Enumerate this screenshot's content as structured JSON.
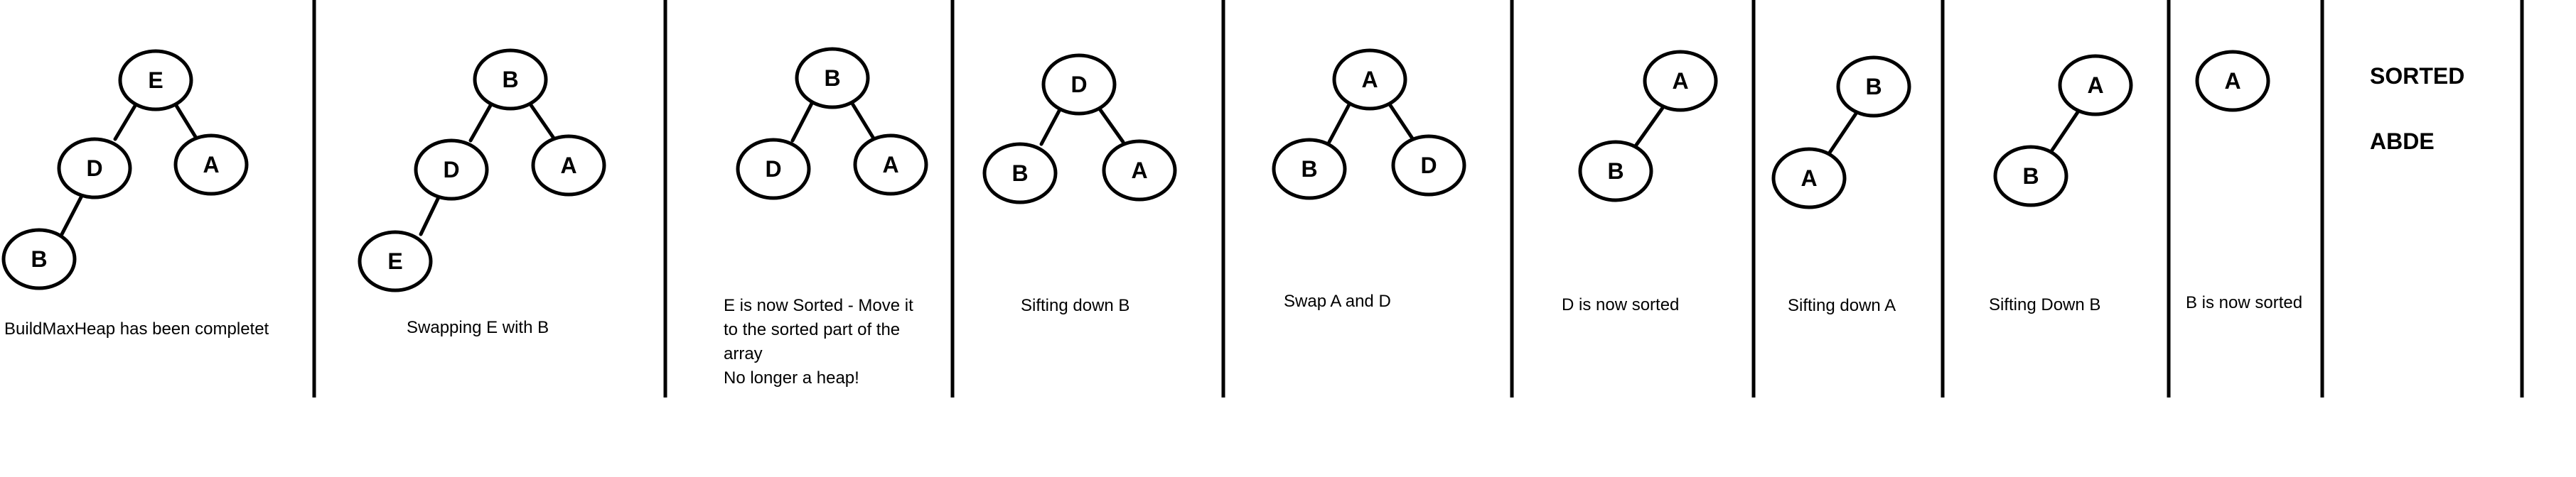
{
  "panels": [
    {
      "caption": "BuildMaxHeap has been completet",
      "nodes": [
        "E",
        "D",
        "A",
        "B"
      ]
    },
    {
      "caption": "Swapping E with B",
      "nodes": [
        "B",
        "D",
        "A",
        "E"
      ]
    },
    {
      "caption_lines": [
        "E is now Sorted - Move it",
        "to the sorted part of the",
        "array",
        "No longer a heap!"
      ],
      "nodes": [
        "B",
        "D",
        "A"
      ]
    },
    {
      "caption": "Sifting down  B",
      "nodes": [
        "D",
        "B",
        "A"
      ]
    },
    {
      "caption": "Swap A and D",
      "nodes": [
        "A",
        "B",
        "D"
      ]
    },
    {
      "caption": "D is now sorted",
      "nodes": [
        "A",
        "B"
      ]
    },
    {
      "caption": "Sifting down A",
      "nodes": [
        "B",
        "A"
      ]
    },
    {
      "caption": "Sifting Down B",
      "nodes": [
        "A",
        "B"
      ]
    },
    {
      "caption": "B is now sorted",
      "nodes": [
        "A"
      ]
    },
    {
      "sorted_label": "SORTED",
      "sorted_value": "ABDE"
    }
  ]
}
